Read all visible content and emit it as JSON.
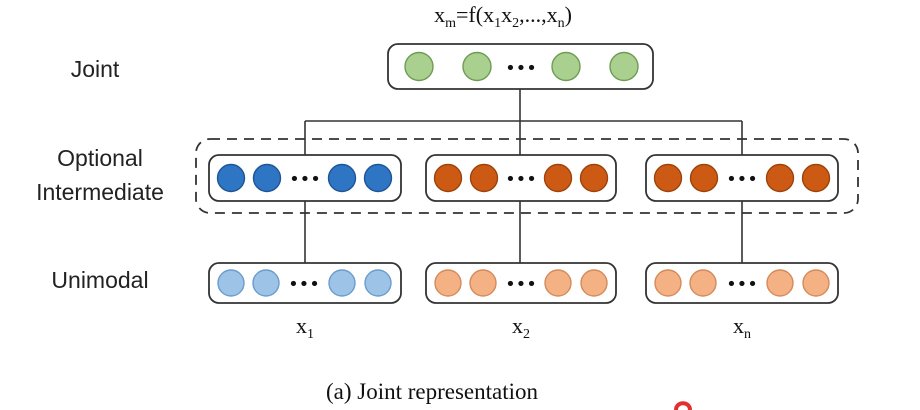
{
  "formula": {
    "lhs": "x",
    "lhs_sub": "m",
    "eq": "=f(",
    "arg1": "x",
    "arg1_sub": "1",
    "arg2": "x",
    "arg2_sub": "2",
    "mid": ",...,",
    "arg3": "x",
    "arg3_sub": "n",
    "close": ")"
  },
  "layers": {
    "joint": "Joint",
    "intermediate_line1": "Optional",
    "intermediate_line2": "Intermediate",
    "unimodal": "Unimodal"
  },
  "inputs": [
    {
      "base": "x",
      "sub": "1"
    },
    {
      "base": "x",
      "sub": "2"
    },
    {
      "base": "x",
      "sub": "n"
    }
  ],
  "caption": "(a) Joint representation",
  "ellipsis": "•••",
  "colors": {
    "joint_fill": "#a9d08e",
    "joint_stroke": "#6f9c55",
    "blue_dark": "#2e75c4",
    "blue_dark_stroke": "#1f5597",
    "orange_dark": "#cc5a14",
    "orange_dark_stroke": "#9e430b",
    "blue_light": "#9dc3e6",
    "blue_light_stroke": "#6b9ccc",
    "orange_light": "#f4b183",
    "orange_light_stroke": "#d48a5c",
    "line": "#333333",
    "box_stroke": "#333333",
    "accent_mark": "#e03030"
  }
}
